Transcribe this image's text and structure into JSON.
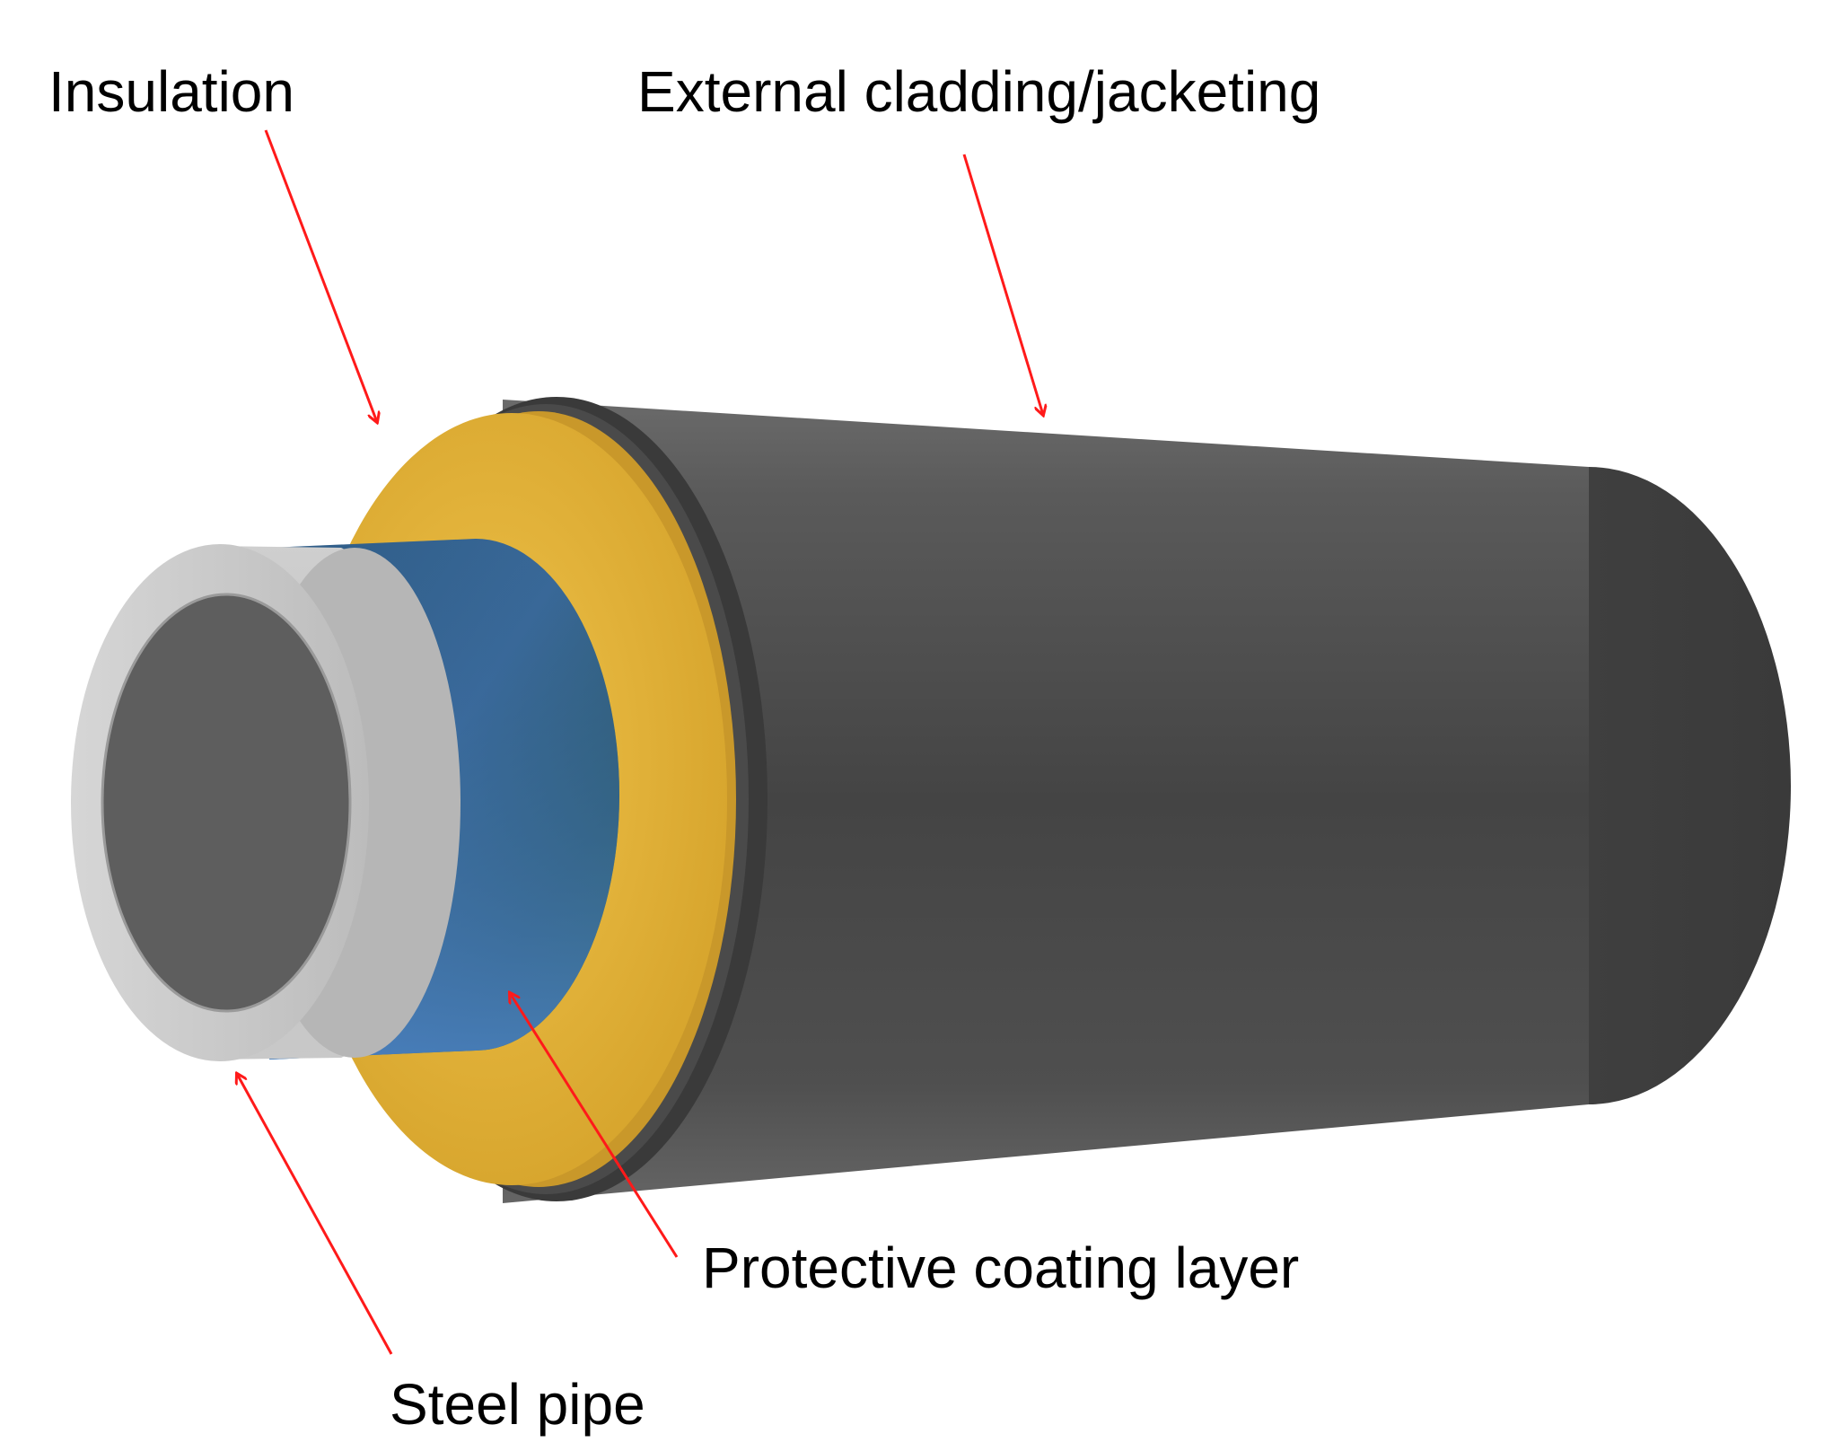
{
  "labels": {
    "insulation": "Insulation",
    "external_cladding": "External cladding/jacketing",
    "protective_coating": "Protective coating layer",
    "steel_pipe": "Steel pipe"
  },
  "colors": {
    "arrow": "#ff1a1a",
    "jacket": "#474747",
    "insulation": "#e8b83a",
    "coating": "#3f6e9e",
    "steel": "#c4c4c4",
    "bore": "#5e5e5e"
  },
  "layers": [
    "Steel pipe",
    "Protective coating layer",
    "Insulation",
    "External cladding/jacketing"
  ]
}
